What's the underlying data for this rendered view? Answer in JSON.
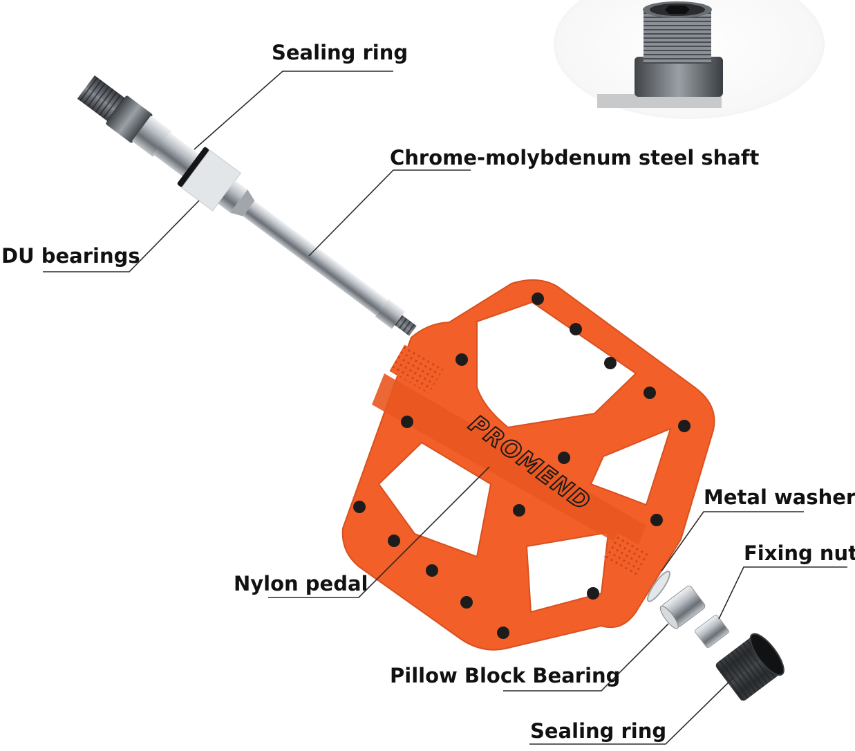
{
  "labels": {
    "sealing_ring_top": "Sealing ring",
    "shaft": "Chrome-molybdenum steel shaft",
    "du_bearings": "DU bearings",
    "metal_washers": "Metal washers",
    "fixing_nut": "Fixing nut",
    "nylon_pedal": "Nylon pedal",
    "pillow_block_bearing": "Pillow Block Bearing",
    "sealing_ring_bottom": "Sealing ring"
  },
  "brand": "PROMEND",
  "colors": {
    "pedal": "#f25f28",
    "pedal_dark": "#c8461a",
    "steel": "#a9adb3",
    "steel_dark": "#55595e",
    "bearing": "#dde1e4",
    "pin": "#1c1c1c",
    "leader": "#2a2a2a"
  },
  "icons": [
    "pedal-body",
    "spindle-shaft",
    "thread-closeup",
    "washer",
    "bearing",
    "fixing-nut",
    "dust-cap"
  ]
}
